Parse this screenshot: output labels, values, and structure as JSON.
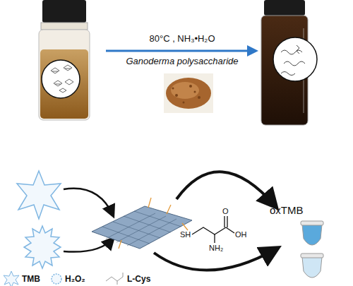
{
  "diagram": {
    "labels": [
      "80°C , NH₃•H₂O",
      "Ganoderma polysaccharide",
      "oxTMB",
      "SH",
      "O",
      "OH",
      "NH₂"
    ],
    "legend": [
      {
        "text": "TMB"
      },
      {
        "text": "H₂O₂"
      },
      {
        "text": "L-Cys"
      }
    ]
  }
}
